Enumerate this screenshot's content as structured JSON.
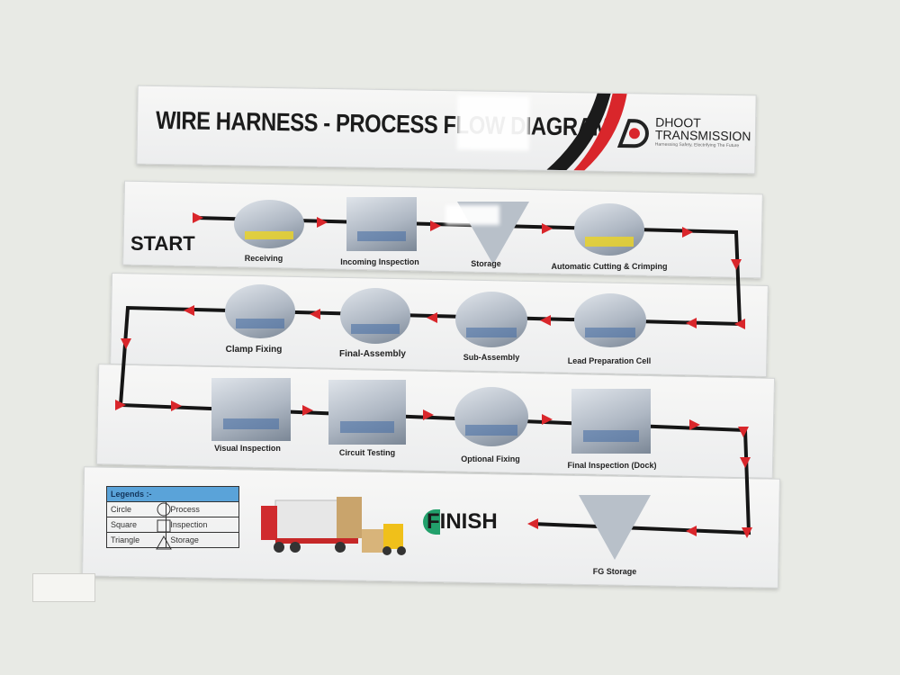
{
  "header": {
    "title": "WIRE HARNESS - PROCESS FLOW DIAGRAM",
    "brand_line1": "DHOOT",
    "brand_line2": "TRANSMISSION",
    "tagline": "Harnessing Safety, Electrifying The Future"
  },
  "flow": {
    "start_label": "START",
    "finish_label": "FINISH",
    "row1": [
      "Receiving",
      "Incoming Inspection",
      "Storage",
      "Automatic Cutting & Crimping"
    ],
    "row2": [
      "Clamp Fixing",
      "Final-Assembly",
      "Sub-Assembly",
      "Lead Preparation Cell"
    ],
    "row3": [
      "Visual Inspection",
      "Circuit Testing",
      "Optional Fixing",
      "Final Inspection (Dock)"
    ],
    "row4": [
      "FG Storage"
    ]
  },
  "legend": {
    "title": "Legends :-",
    "rows": [
      {
        "shape": "Circle",
        "meaning": "Process"
      },
      {
        "shape": "Square",
        "meaning": "Inspection"
      },
      {
        "shape": "Triangle",
        "meaning": "Storage"
      }
    ]
  },
  "colors": {
    "arrow": "#d9262b",
    "line": "#151515",
    "legend_header": "#5aa3d9",
    "finish_accent": "#22a06b",
    "brand_red": "#d9262b"
  }
}
